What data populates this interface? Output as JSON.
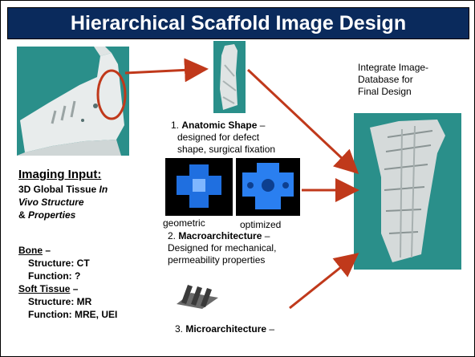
{
  "title": "Hierarchical Scaffold Image Design",
  "imaging_input": {
    "heading": "Imaging Input:",
    "line1": "3D Global Tissue ",
    "line1_italic": "In",
    "line2_italic": "Vivo Structure",
    "line3_prefix": "& ",
    "line3_italic": "Properties"
  },
  "bone": {
    "heading": "Bone",
    "heading_suffix": " –",
    "structure": "Structure: CT",
    "function": "Function: ?"
  },
  "soft_tissue": {
    "heading": "Soft Tissue",
    "heading_suffix": " –",
    "structure": "Structure: MR",
    "function": "Function: MRE, UEI"
  },
  "step1": {
    "number": "1. ",
    "title": "Anatomic Shape",
    "suffix": " –",
    "line2": "designed for defect",
    "line3": "shape, surgical fixation"
  },
  "step2": {
    "number": "2. ",
    "title": "Macroarchitecture",
    "suffix": " –",
    "line2": "Designed for mechanical,",
    "line3": "permeability properties"
  },
  "step3": {
    "number": "3. ",
    "title": "Microarchitecture",
    "suffix": " –"
  },
  "labels": {
    "geometric": "geometric",
    "optimized": "optimized"
  },
  "integrate": {
    "line1": "Integrate Image-",
    "line2": "Database for",
    "line3": "Final Design"
  },
  "colors": {
    "title_bg": "#0a2a5c",
    "image_bg": "#2a8f8a",
    "arrow": "#c0391b",
    "scaffold_blue": "#1f6fe0"
  }
}
